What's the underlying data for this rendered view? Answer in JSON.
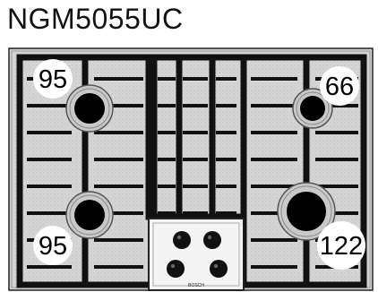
{
  "model_number": "NGM5055UC",
  "burners": [
    {
      "position": "rear-left",
      "label": "95"
    },
    {
      "position": "rear-right",
      "label": "66"
    },
    {
      "position": "front-left",
      "label": "95"
    },
    {
      "position": "front-right",
      "label": "122"
    }
  ],
  "control_panel": {
    "knob_count": 4,
    "brand_mark": "BOSCH"
  },
  "colors": {
    "grate": "#111111",
    "surface": "#d9d9d9",
    "burner_cap": "#000000",
    "label_circle": "#ffffff",
    "text": "#000000"
  }
}
